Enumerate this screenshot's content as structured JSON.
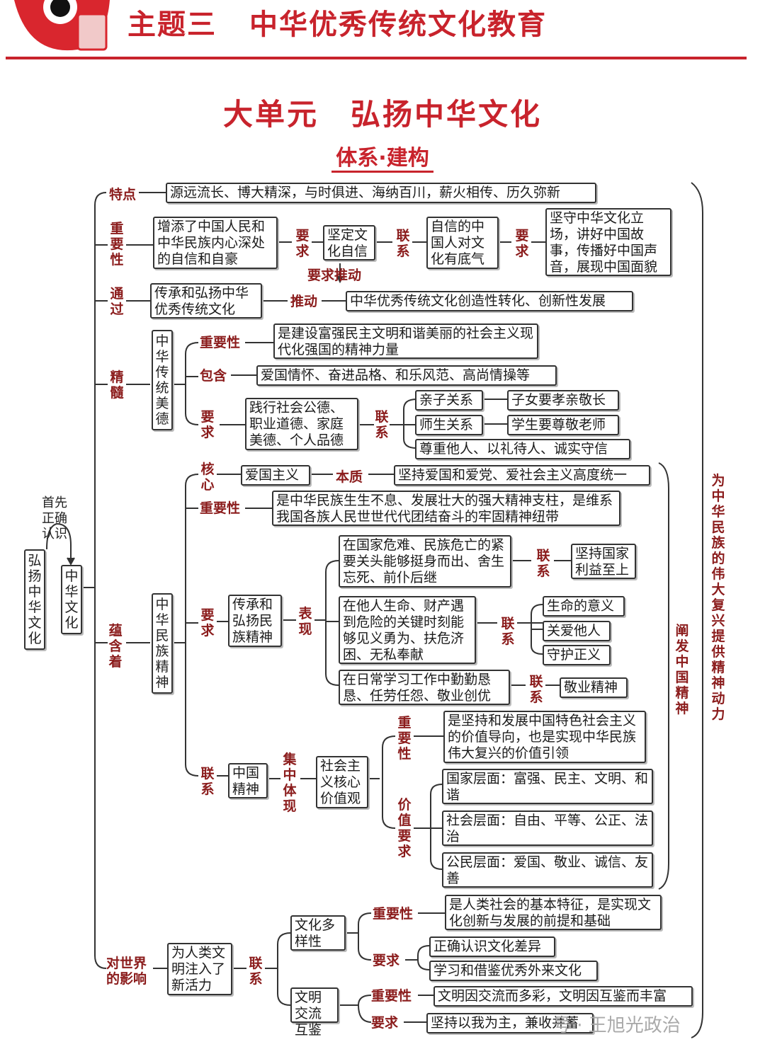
{
  "header": {
    "theme": "主题三",
    "theme_title": "中华优秀传统文化教育",
    "accent_color": "#c8232c"
  },
  "title": "大单元　弘扬中华文化",
  "subtitle": "体系·建构",
  "root": {
    "left_box": "弘扬中华文化",
    "arrow_label": "首先正确认识",
    "center_box": "中华文化",
    "right_label": "为中华民族的伟大复兴提供精神动力"
  },
  "features": {
    "label": "特点",
    "text": "源远流长、博大精深，与时俱进、海纳百川，薪火相传、历久弥新"
  },
  "importance": {
    "label": "重要性",
    "box1": "增添了中国人民和中华民族内心深处的自信和自豪",
    "req1": "要求",
    "box2": "坚定文化自信",
    "link": "联系",
    "box3": "自信的中国人对文化有底气",
    "req2": "要求",
    "box4": "坚守中华文化立场，讲好中国故事，传播好中国声音，展现中国面貌",
    "push_label": "要求推动"
  },
  "through": {
    "label": "通过",
    "box1": "传承和弘扬中华优秀传统文化",
    "push": "推动",
    "box2": "中华优秀传统文化创造性转化、创新性发展"
  },
  "essence": {
    "label": "精髓",
    "box": "中华传统美德",
    "imp_label": "重要性",
    "imp_text": "是建设富强民主文明和谐美丽的社会主义现代化强国的精神力量",
    "include_label": "包含",
    "include_text": "爱国情怀、奋进品格、和乐风范、高尚情操等",
    "req_label": "要求",
    "req_text": "践行社会公德、职业道德、家庭美德、个人品德",
    "link_label": "联系",
    "rel1": "亲子关系",
    "rel1_text": "子女要孝亲敬长",
    "rel2": "师生关系",
    "rel2_text": "学生要尊敬老师",
    "rel3": "尊重他人、以礼待人、诚实守信"
  },
  "contains": {
    "label": "蕴含着",
    "box": "中华民族精神",
    "right_label": "阐发中国精神",
    "core_label": "核心",
    "core_box": "爱国主义",
    "nature_label": "本质",
    "nature_text": "坚持爱国和爱党、爱社会主义高度统一",
    "imp_label": "重要性",
    "imp_text": "是中华民族生生不息、发展壮大的强大精神支柱，是维系我国各族人民世世代代团结奋斗的牢固精神纽带",
    "req_label": "要求",
    "req_box": "传承和弘扬民族精神",
    "show_label": "表现",
    "show1": "在国家危难、民族危亡的紧要关头能够挺身而出、舍生忘死、前仆后继",
    "show1_link": "联系",
    "show1_result": "坚持国家利益至上",
    "show2": "在他人生命、财产遇到危险的关键时刻能够见义勇为、扶危济困、无私奉献",
    "show2_link": "联系",
    "show2_r1": "生命的意义",
    "show2_r2": "关爱他人",
    "show2_r3": "守护正义",
    "show3": "在日常学习工作中勤勤恳恳、任劳任怨、敬业创优",
    "show3_link": "联系",
    "show3_result": "敬业精神",
    "link_label": "联系",
    "china_spirit": "中国精神",
    "focus_label": "集中体现",
    "core_values": "社会主义核心价值观",
    "cv_imp_label": "重要性",
    "cv_imp_text": "是坚持和发展中国特色社会主义的价值导向，也是实现中华民族伟大复兴的价值引领",
    "cv_req_label": "价值要求",
    "cv_nation": "国家层面：富强、民主、文明、和谐",
    "cv_society": "社会层面：自由、平等、公正、法治",
    "cv_citizen": "公民层面：爱国、敬业、诚信、友善"
  },
  "world": {
    "label": "对世界的影响",
    "box": "为人类文明注入了新活力",
    "link_label": "联系",
    "diversity": "文化多样性",
    "div_imp_label": "重要性",
    "div_imp_text": "是人类社会的基本特征，是实现文化创新与发展的前提和基础",
    "div_req_label": "要求",
    "div_req1": "正确认识文化差异",
    "div_req2": "学习和借鉴优秀外来文化",
    "exchange": "文明交流互鉴",
    "ex_imp_label": "重要性",
    "ex_imp_text": "文明因交流而多彩，文明因互鉴而丰富",
    "ex_req_label": "要求",
    "ex_req_text": "坚持以我为主，兼收并蓄"
  },
  "watermark": "号 · 王旭光政治"
}
